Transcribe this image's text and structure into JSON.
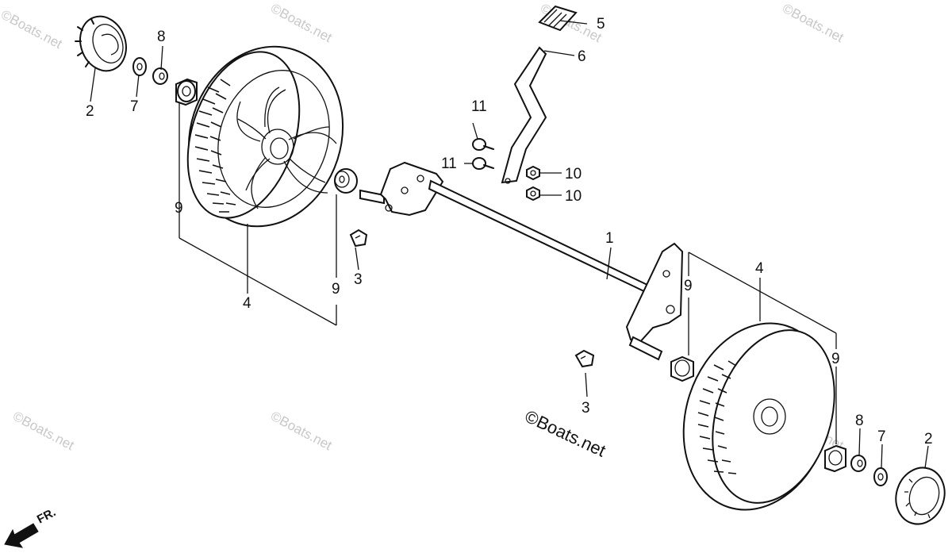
{
  "diagram": {
    "callouts": [
      "1",
      "2",
      "2",
      "3",
      "3",
      "4",
      "4",
      "5",
      "6",
      "7",
      "7",
      "8",
      "8",
      "9",
      "9",
      "9",
      "9",
      "10",
      "10",
      "11",
      "11"
    ],
    "watermark": "©Boats.net",
    "brand_mark": "©Boats.net",
    "direction_label": "FR."
  }
}
